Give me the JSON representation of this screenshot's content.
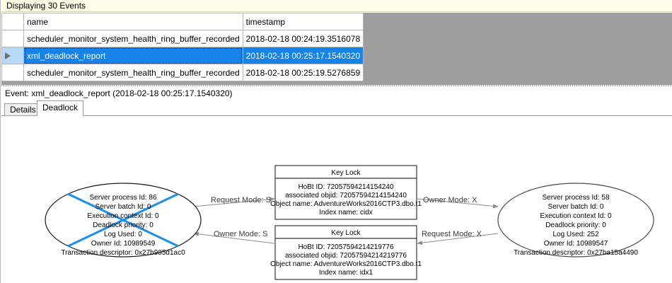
{
  "banner": {
    "text": "Displaying 30 Events"
  },
  "grid": {
    "columns": [
      "",
      "name",
      "timestamp"
    ],
    "rows": [
      {
        "selector": "",
        "name": "scheduler_monitor_system_health_ring_buffer_recorded",
        "timestamp": "2018-02-18 00:24:19.3516078",
        "selected": false
      },
      {
        "selector": "row-arrow",
        "name": "xml_deadlock_report",
        "timestamp": "2018-02-18 00:25:17.1540320",
        "selected": true
      },
      {
        "selector": "",
        "name": "scheduler_monitor_system_health_ring_buffer_recorded",
        "timestamp": "2018-02-18 00:25:19.5276859",
        "selected": false
      }
    ]
  },
  "event_header": {
    "text": "Event: xml_deadlock_report (2018-02-18 00:25:17.1540320)"
  },
  "tabs": [
    {
      "label": "Details",
      "active": false
    },
    {
      "label": "Deadlock",
      "active": true
    }
  ],
  "deadlock_graph": {
    "victim_marker_color": "#1e8fe8",
    "node_stroke": "#1a1a1a",
    "edge_color": "#8c8c8c",
    "processes": [
      {
        "id": "process-left",
        "is_victim": true,
        "lines": [
          "Server process Id: 86",
          "Server batch Id: 0",
          "Execution context Id: 0",
          "Deadlock priority: 0",
          "Log Used: 0",
          "Owner Id: 10989549",
          "Transaction descriptor: 0x27b985d1ac0"
        ]
      },
      {
        "id": "process-right",
        "is_victim": false,
        "lines": [
          "Server process Id: 58",
          "Server batch Id: 0",
          "Execution context Id: 0",
          "Deadlock priority: 0",
          "Log Used: 252",
          "Owner Id: 10989547",
          "Transaction descriptor: 0x27ba15a4490"
        ]
      }
    ],
    "resources": [
      {
        "id": "keylock-top",
        "title": "Key Lock",
        "lines": [
          "HoBt ID: 72057594214154240",
          "associated objid: 72057594214154240",
          "Object name: AdventureWorks2016CTP3.dbo.t1",
          "Index name: cidx"
        ]
      },
      {
        "id": "keylock-bottom",
        "title": "Key Lock",
        "lines": [
          "HoBt ID: 72057594214219776",
          "associated objid: 72057594214219776",
          "Object name: AdventureWorks2016CTP3.dbo.t1",
          "Index name: idx1"
        ]
      }
    ],
    "edges": [
      {
        "id": "edge-left-request",
        "label": "Request Mode: S"
      },
      {
        "id": "edge-right-owner",
        "label": "Owner Mode: X"
      },
      {
        "id": "edge-left-owner",
        "label": "Owner Mode: S"
      },
      {
        "id": "edge-right-request",
        "label": "Request Mode: X"
      }
    ]
  }
}
